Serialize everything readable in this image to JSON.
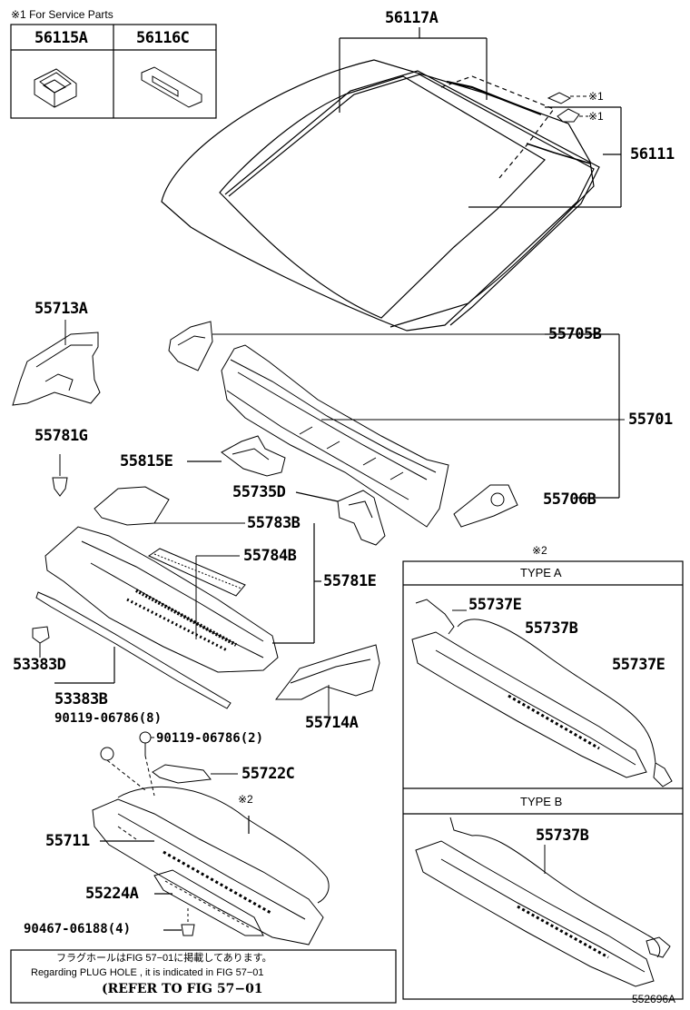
{
  "service_note": "※1 For Service Parts",
  "service_parts": [
    "56115A",
    "56116C"
  ],
  "callouts": {
    "p56117A": "56117A",
    "p56111": "56111",
    "mark1a": "※1",
    "mark1b": "※1",
    "p55713A": "55713A",
    "p55705B": "55705B",
    "p55701": "55701",
    "p55781G": "55781G",
    "p55815E": "55815E",
    "p55735D": "55735D",
    "p55706B": "55706B",
    "p55783B": "55783B",
    "p55784B": "55784B",
    "p55781E": "55781E",
    "p53383D": "53383D",
    "p53383B": "53383B",
    "p55714A": "55714A",
    "p90119a": "90119-06786(8)",
    "p90119b": "90119-06786(2)",
    "p55722C": "55722C",
    "mark2": "※2",
    "p55711": "55711",
    "p55224A": "55224A",
    "p90467": "90467-06188(4)"
  },
  "type_box": {
    "mark": "※2",
    "type_a": "TYPE A",
    "type_b": "TYPE B",
    "a_p55737E_1": "55737E",
    "a_p55737B": "55737B",
    "a_p55737E_2": "55737E",
    "b_p55737B": "55737B"
  },
  "footer": {
    "jp": "フラグホールはFIG 57−01に掲載してあります。",
    "en": "Regarding PLUG HOLE , it is indicated in FIG 57−01",
    "refer": "(REFER TO FIG 57−01"
  },
  "figure_id": "552696A"
}
